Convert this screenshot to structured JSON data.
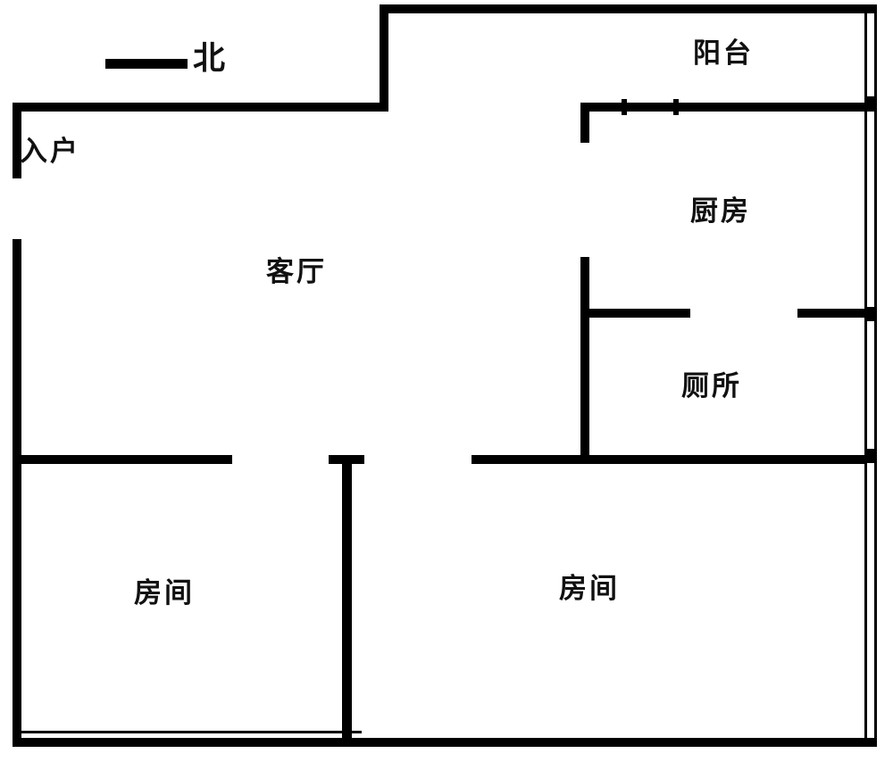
{
  "title": "apartment-floor-plan",
  "colors": {
    "wall": "#000000",
    "background": "#ffffff",
    "text": "#111111"
  },
  "compass": {
    "label": "北"
  },
  "rooms": {
    "entry": {
      "label": "入户"
    },
    "balcony": {
      "label": "阳台"
    },
    "kitchen": {
      "label": "厨房"
    },
    "toilet": {
      "label": "厕所"
    },
    "living": {
      "label": "客厅"
    },
    "bedroom_left": {
      "label": "房间"
    },
    "bedroom_right": {
      "label": "房间"
    }
  }
}
